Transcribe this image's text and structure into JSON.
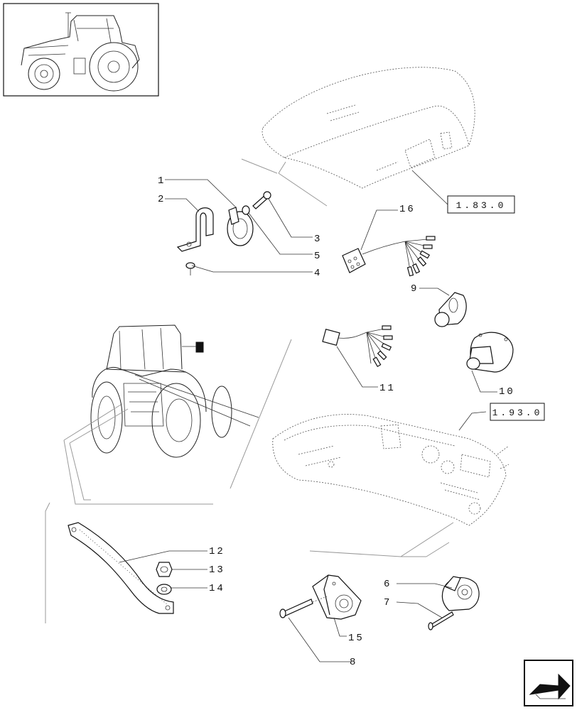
{
  "callouts": {
    "c1": "1",
    "c2": "2",
    "c3": "3",
    "c4": "4",
    "c5": "5",
    "c6": "6",
    "c7": "7",
    "c8": "8",
    "c9": "9",
    "c10": "10",
    "c11": "11",
    "c12": "12",
    "c13": "13",
    "c14": "14",
    "c15": "15",
    "c16": "16"
  },
  "references": {
    "hood": "1.83.0",
    "dashboard": "1.93.0"
  },
  "nav": {
    "icon": "next-page-arrow-icon"
  },
  "colors": {
    "line": "#222222",
    "background": "#ffffff"
  }
}
